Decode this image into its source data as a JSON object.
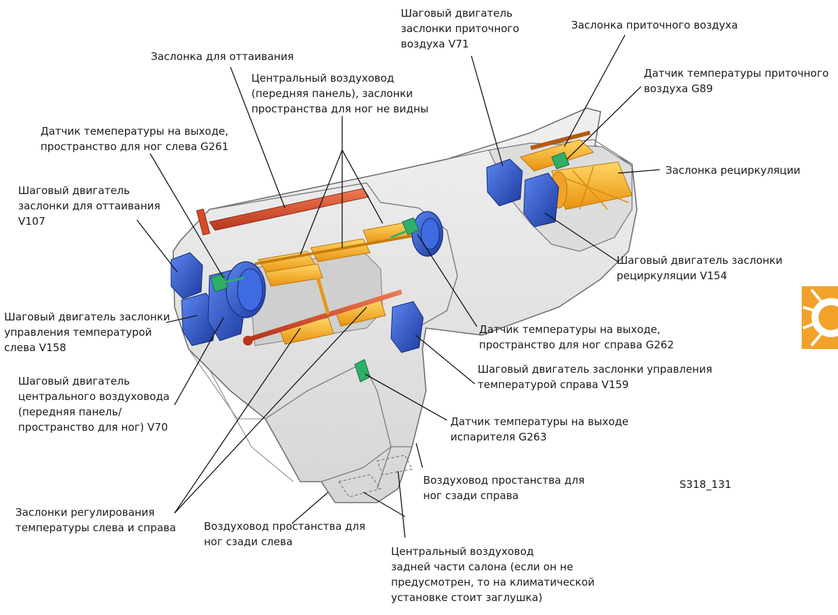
{
  "labels": {
    "defrost_flap": "Заслонка для оттаивания",
    "central_duct": "Центральный воздуховод\n(передняя панель), заслонки\nпространства для ног не видны",
    "sensor_g261": "Датчик темепературы на выходе,\nпространство для ног слева G261",
    "motor_v107": "Шаговый двигатель\nзаслонки для оттаивания\nV107",
    "motor_v158": "Шаговый двигатель заслонки\nуправления температурой\nслева V158",
    "motor_v70": "Шаговый двигатель\nцентрального воздуховода\n(передняя панель/\nпространство для ног) V70",
    "temp_flaps": "Заслонки регулирования\nтемпературы слева и справа",
    "rear_left_duct": "Воздуховод простанства для\nног сзади слева",
    "rear_central_duct": "Центральный воздуховод\nзадней части салона (если он не\nпредусмотрен, то на климатической\nустановке стоит заглушка)",
    "rear_right_duct": "Воздуховод простанства для\nног сзади справа",
    "sensor_g263": "Датчик температуры на выходе\nиспарителя G263",
    "motor_v159": "Шаговый двигатель заслонки управления\nтемпературой справа V159",
    "sensor_g262": "Датчик температуры на выходе,\nпространство для ног справа G262",
    "motor_v154": "Шаговый двигатель заслонки\nрециркуляции V154",
    "recirc_flap": "Заслонка рециркуляции",
    "sensor_g89": "Датчик температуры приточного\nвоздуха G89",
    "fresh_air_flap": "Заслонка приточного воздуха",
    "motor_v71": "Шаговый двигатель\nзаслонки приточного\nвоздуха V71"
  },
  "figure_ref": "S318_131",
  "colors": {
    "housing": "#e6e6e6",
    "housing_stroke": "#6f6f6f",
    "flap": "#f7b52a",
    "flap_dark": "#d98a10",
    "defrost": "#e2532f",
    "motor": "#2e5bd6",
    "motor_dark": "#1b348f",
    "sensor": "#2fae6a",
    "logo": "#f2a22a"
  }
}
